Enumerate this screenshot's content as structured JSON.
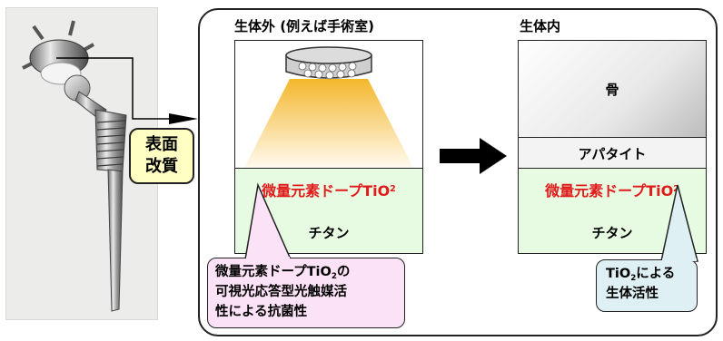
{
  "surface_mod": {
    "line1": "表面",
    "line2": "改質"
  },
  "outside": {
    "title": "生体外 (例えば手術室)",
    "doped_layer": {
      "prefix": "微量元素ドープTiO",
      "sub": "2"
    },
    "titanium": "チタン"
  },
  "inside": {
    "title": "生体内",
    "bone": "骨",
    "apatite": "アパタイト",
    "doped_layer": {
      "prefix": "微量元素ドープTiO",
      "sub": "2"
    },
    "titanium": "チタン"
  },
  "callout_pink": {
    "line1_prefix": "微量元素ドープTiO",
    "line1_sub": "2",
    "line1_suffix": "の",
    "line2": "可視光応答型光触媒活",
    "line3": "性による抗菌性"
  },
  "callout_blue": {
    "line1_prefix": "TiO",
    "line1_sub": "2",
    "line1_suffix": "による",
    "line2": "生体活性"
  },
  "colors": {
    "doped_red": "#e11b1b",
    "titanium_green": "#e6fbe1",
    "surface_mod_yellow": "#ffffc4",
    "callout_pink": "#fbe2f6",
    "callout_blue": "#dff0f4",
    "light_yellow": "#f4b72c"
  },
  "icons": [
    "surgical-light-icon",
    "hip-implant-photo",
    "right-arrow-icon",
    "thick-right-arrow-icon"
  ]
}
